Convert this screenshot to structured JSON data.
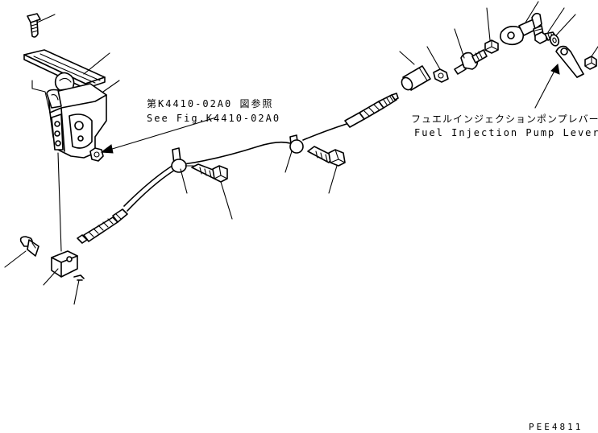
{
  "labels": {
    "reference_jp": "第K4410-02A0 図参照",
    "reference_en": "See Fig.K4410-02A0",
    "pump_lever_jp": "フュエルインジェクションポンプレバー",
    "pump_lever_en": "Fuel Injection Pump Lever",
    "drawing_code": "PEE4811"
  }
}
